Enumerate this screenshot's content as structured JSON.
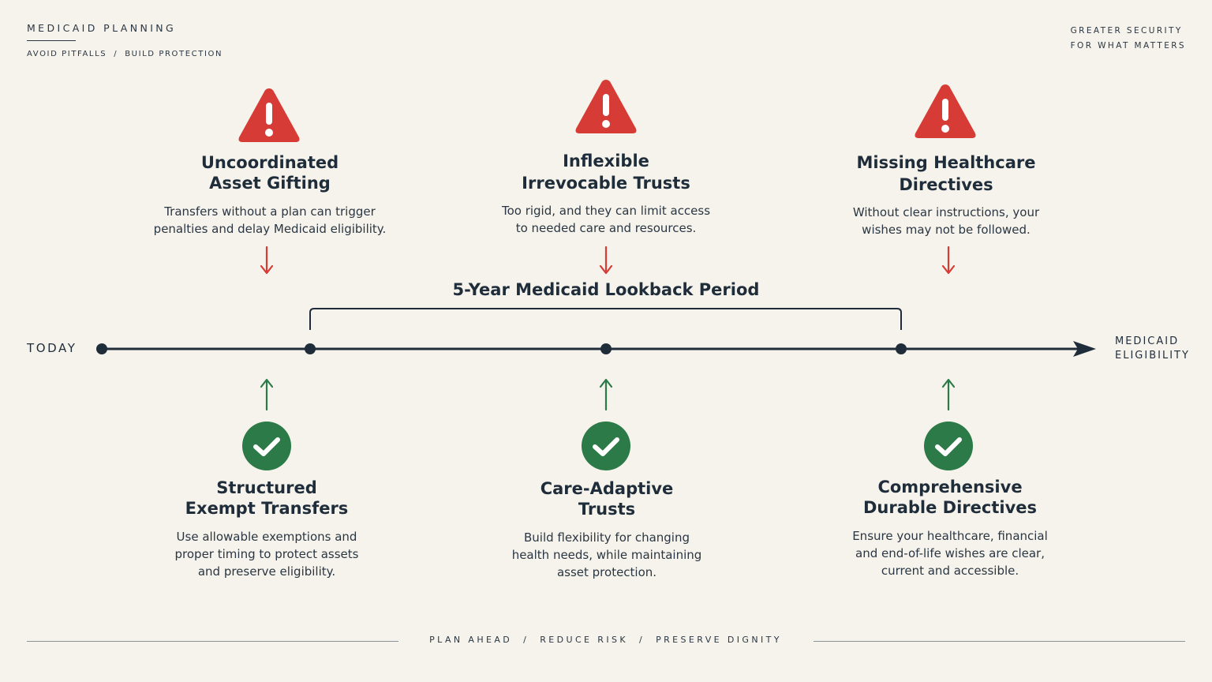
{
  "header": {
    "brand": "MEDICAID PLANNING",
    "subtags": [
      "AVOID PITFALLS",
      "BUILD PROTECTION"
    ],
    "separator": "/",
    "tagline": [
      "GREATER SECURITY",
      "FOR WHAT MATTERS"
    ]
  },
  "timeline": {
    "start_label": "TODAY",
    "end_label": [
      "MEDICAID",
      "ELIGIBILITY"
    ],
    "lookback_label": "5-Year Medicaid Lookback Period"
  },
  "pitfalls": [
    {
      "title": [
        "Uncoordinated",
        "Asset Gifting"
      ],
      "desc": [
        "Transfers without a plan can trigger",
        "penalties and delay Medicaid eligibility."
      ],
      "icon": "warning-triangle-icon"
    },
    {
      "title": [
        "Inflexible",
        "Irrevocable Trusts"
      ],
      "desc": [
        "Too rigid, and they can limit access",
        "to needed care and resources."
      ],
      "icon": "warning-triangle-icon"
    },
    {
      "title": [
        "Missing Healthcare",
        "Directives"
      ],
      "desc": [
        "Without clear instructions, your",
        "wishes may not be followed."
      ],
      "icon": "warning-triangle-icon"
    }
  ],
  "solutions": [
    {
      "title": [
        "Structured",
        "Exempt Transfers"
      ],
      "desc": [
        "Use allowable exemptions and",
        "proper timing to protect assets",
        "and preserve eligibility."
      ],
      "icon": "check-circle-icon"
    },
    {
      "title": [
        "Care-Adaptive",
        "Trusts"
      ],
      "desc": [
        "Build flexibility for changing",
        "health needs, while maintaining",
        "asset protection."
      ],
      "icon": "check-circle-icon"
    },
    {
      "title": [
        "Comprehensive",
        "Durable Directives"
      ],
      "desc": [
        "Ensure your healthcare, financial",
        "and end-of-life wishes are clear,",
        "current and accessible."
      ],
      "icon": "check-circle-icon"
    }
  ],
  "footer": {
    "items": [
      "PLAN AHEAD",
      "REDUCE RISK",
      "PRESERVE DIGNITY"
    ],
    "separator": "/"
  },
  "colors": {
    "background": "#f6f3ec",
    "warning": "#d63c35",
    "success": "#2b7a47",
    "ink": "#1f2d3a"
  }
}
